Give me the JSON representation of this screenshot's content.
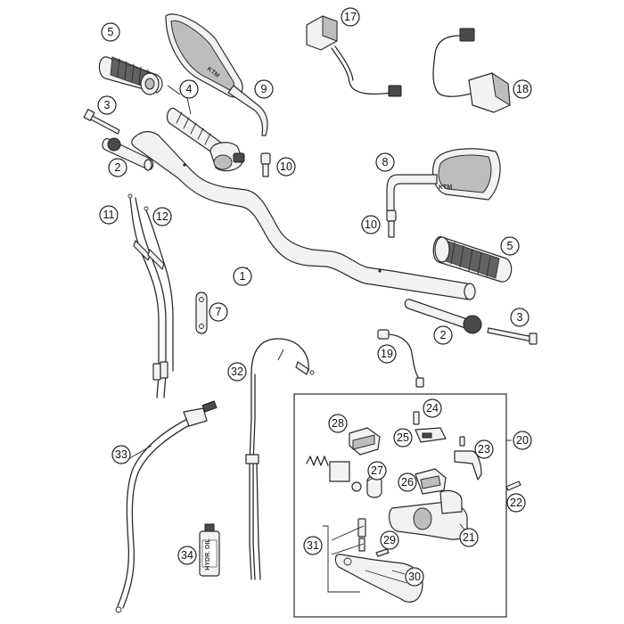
{
  "diagram": {
    "callouts": {
      "p1": "1",
      "p2a": "2",
      "p2b": "2",
      "p3a": "3",
      "p3b": "3",
      "p4": "4",
      "p5a": "5",
      "p5b": "5",
      "p7": "7",
      "p8": "8",
      "p9": "9",
      "p10a": "10",
      "p10b": "10",
      "p11": "11",
      "p12": "12",
      "p17": "17",
      "p18": "18",
      "p19": "19",
      "p20": "20",
      "p21": "21",
      "p22": "22",
      "p23": "23",
      "p24": "24",
      "p25": "25",
      "p26": "26",
      "p27": "27",
      "p28": "28",
      "p29": "29",
      "p30": "30",
      "p31": "31",
      "p32": "32",
      "p33": "33",
      "p34": "34"
    },
    "mirror_logo": "KTM",
    "oil_bottle_label": "HYDR. OIL"
  },
  "colors": {
    "line": "#2a2a2a",
    "background": "#ffffff"
  }
}
